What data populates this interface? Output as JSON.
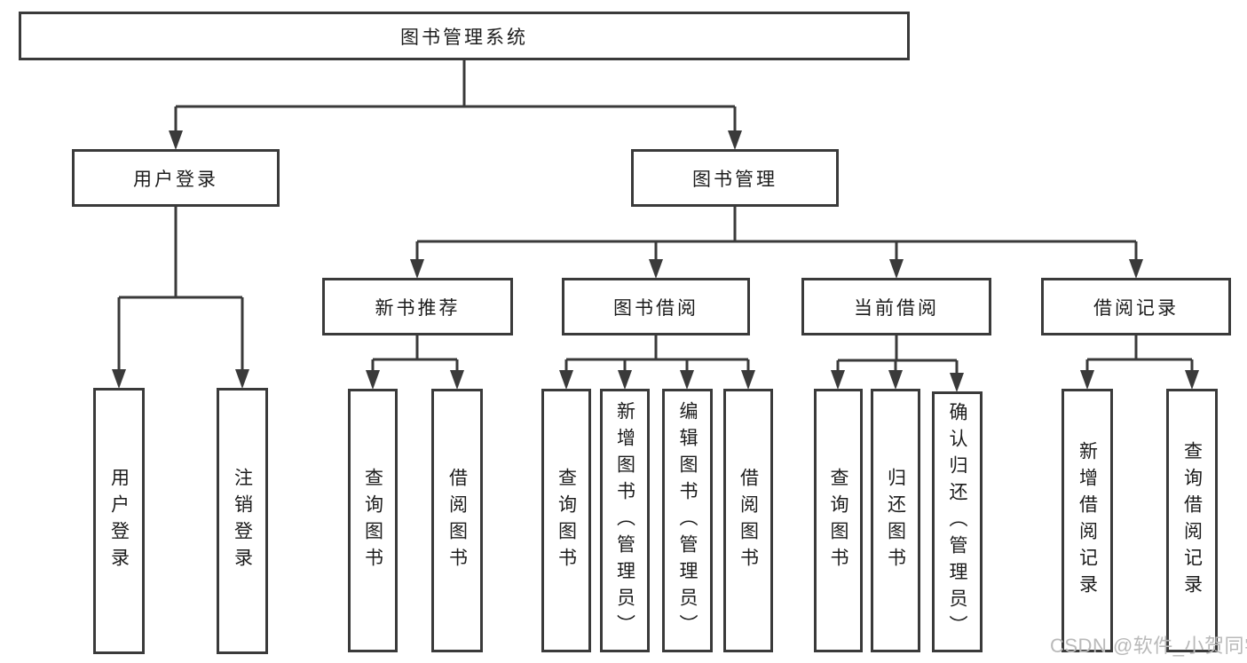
{
  "tree": {
    "root": {
      "label": "图书管理系统",
      "children": [
        {
          "label": "用户登录",
          "children": [
            {
              "label": "用户登录"
            },
            {
              "label": "注销登录"
            }
          ]
        },
        {
          "label": "图书管理",
          "children": [
            {
              "label": "新书推荐",
              "children": [
                {
                  "label": "查询图书"
                },
                {
                  "label": "借阅图书"
                }
              ]
            },
            {
              "label": "图书借阅",
              "children": [
                {
                  "label": "查询图书"
                },
                {
                  "label": "新增图书（管理员）"
                },
                {
                  "label": "编辑图书（管理员）"
                },
                {
                  "label": "借阅图书"
                }
              ]
            },
            {
              "label": "当前借阅",
              "children": [
                {
                  "label": "查询图书"
                },
                {
                  "label": "归还图书"
                },
                {
                  "label": "确认归还（管理员）"
                }
              ]
            },
            {
              "label": "借阅记录",
              "children": [
                {
                  "label": "新增借阅记录"
                },
                {
                  "label": "查询借阅记录"
                }
              ]
            }
          ]
        }
      ]
    }
  },
  "watermark": "CSDN @软件_小贺同学",
  "colors": {
    "line": "#3a3a3a",
    "text": "#1c1c1c",
    "watermark": "#b9b9b9",
    "background": "#ffffff"
  }
}
